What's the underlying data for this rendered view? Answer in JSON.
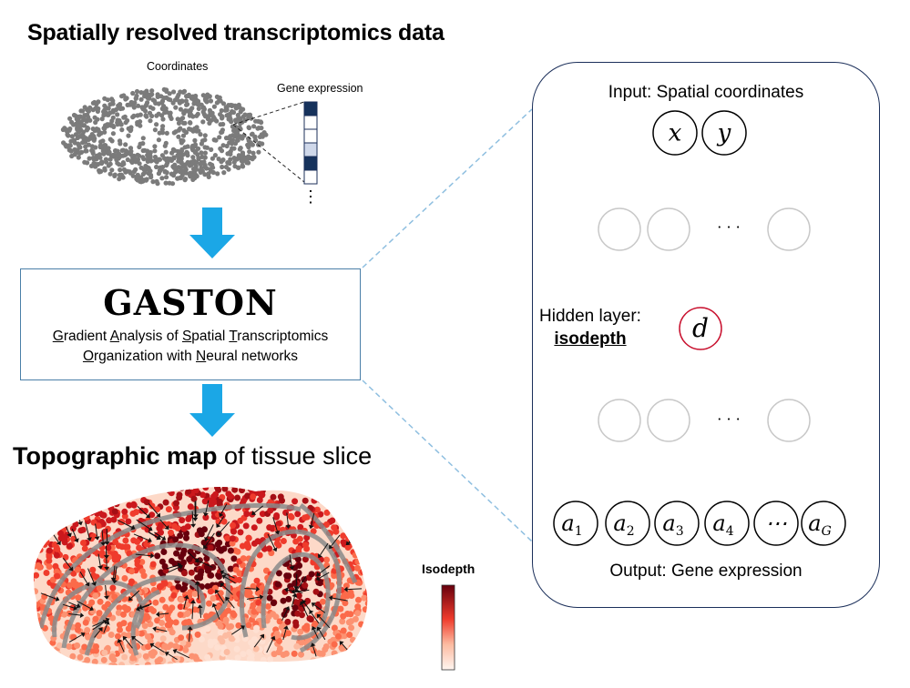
{
  "header": {
    "title": "Spatially resolved transcriptomics data"
  },
  "inputs": {
    "coordinates_label": "Coordinates",
    "gene_expression_label": "Gene expression"
  },
  "gaston": {
    "name": "GASTON",
    "subtitle_line1": [
      {
        "u": "G",
        "t": "radient "
      },
      {
        "u": "A",
        "t": "nalysis of "
      },
      {
        "u": "S",
        "t": "patial "
      },
      {
        "u": "T",
        "t": "ranscriptomics"
      }
    ],
    "subtitle_line2": [
      {
        "u": "O",
        "t": "rganization with "
      },
      {
        "u": "N",
        "t": "eural networks"
      }
    ]
  },
  "topo": {
    "title_bold": "Topographic map",
    "title_rest": " of tissue slice",
    "colorbar_label": "Isodepth"
  },
  "network": {
    "input_label": "Input: Spatial coordinates",
    "output_label": "Output: Gene expression",
    "hidden_label": "Hidden layer:",
    "hidden_name": "isodepth",
    "input_nodes": [
      "x",
      "y"
    ],
    "hidden_node": "d",
    "output_nodes": [
      {
        "base": "a",
        "sub": "1"
      },
      {
        "base": "a",
        "sub": "2"
      },
      {
        "base": "a",
        "sub": "3"
      },
      {
        "base": "a",
        "sub": "4"
      },
      {
        "base": "⋯",
        "sub": ""
      },
      {
        "base": "a",
        "sub": "G"
      }
    ],
    "ellipsis": "· · ·"
  },
  "colors": {
    "arrow": "#1ba7e6",
    "box_border": "#4a7fa8",
    "hidden_node": "#c8102e",
    "panel_border": "#1b2f5a",
    "gray_node": "#c8c8c8",
    "dashed": "#8fbfe0"
  },
  "expression_vector": [
    "#16325c",
    "#ffffff",
    "#ffffff",
    "#cfd8ea",
    "#16325c",
    "#ffffff"
  ]
}
